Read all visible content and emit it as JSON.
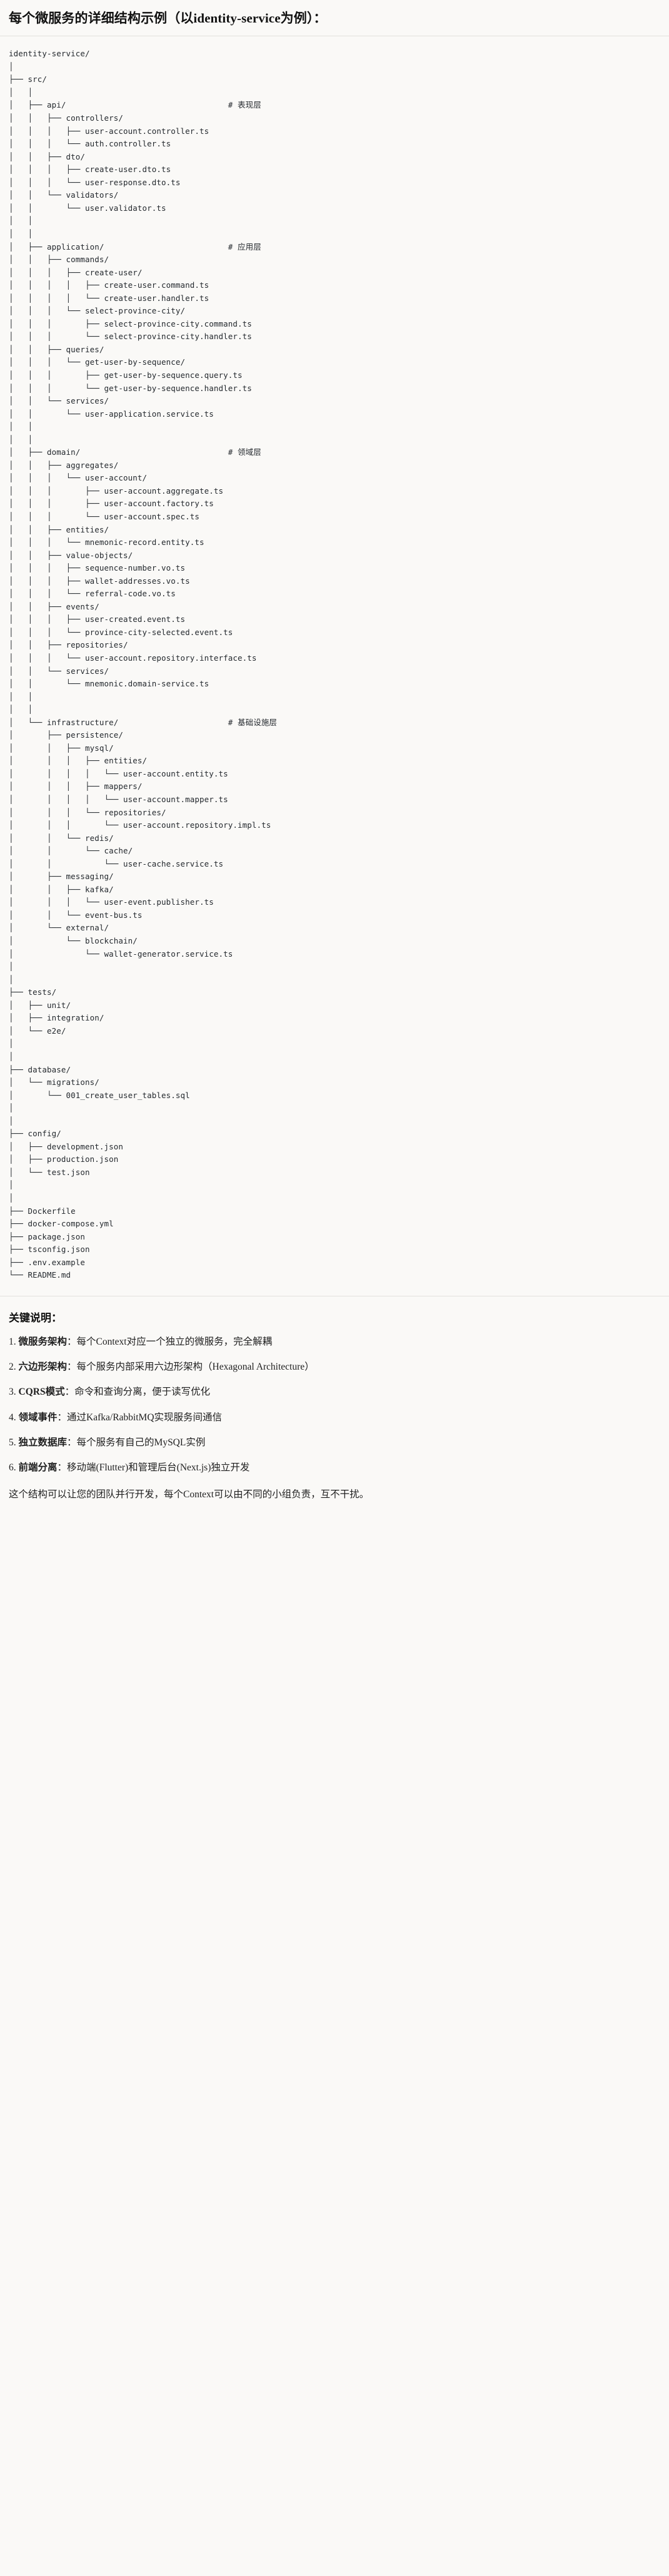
{
  "header": {
    "title": "每个微服务的详细结构示例（以identity-service为例）："
  },
  "tree": {
    "root": "identity-service/",
    "lines": [
      {
        "text": "identity-service/",
        "comment": ""
      },
      {
        "text": "│",
        "comment": ""
      },
      {
        "text": "├── src/",
        "comment": ""
      },
      {
        "text": "│   │",
        "comment": ""
      },
      {
        "text": "│   ├── api/",
        "comment": "# 表现层"
      },
      {
        "text": "│   │   ├── controllers/",
        "comment": ""
      },
      {
        "text": "│   │   │   ├── user-account.controller.ts",
        "comment": ""
      },
      {
        "text": "│   │   │   └── auth.controller.ts",
        "comment": ""
      },
      {
        "text": "│   │   ├── dto/",
        "comment": ""
      },
      {
        "text": "│   │   │   ├── create-user.dto.ts",
        "comment": ""
      },
      {
        "text": "│   │   │   └── user-response.dto.ts",
        "comment": ""
      },
      {
        "text": "│   │   └── validators/",
        "comment": ""
      },
      {
        "text": "│   │       └── user.validator.ts",
        "comment": ""
      },
      {
        "text": "│   │",
        "comment": ""
      },
      {
        "text": "│   │",
        "comment": ""
      },
      {
        "text": "│   ├── application/",
        "comment": "# 应用层"
      },
      {
        "text": "│   │   ├── commands/",
        "comment": ""
      },
      {
        "text": "│   │   │   ├── create-user/",
        "comment": ""
      },
      {
        "text": "│   │   │   │   ├── create-user.command.ts",
        "comment": ""
      },
      {
        "text": "│   │   │   │   └── create-user.handler.ts",
        "comment": ""
      },
      {
        "text": "│   │   │   └── select-province-city/",
        "comment": ""
      },
      {
        "text": "│   │   │       ├── select-province-city.command.ts",
        "comment": ""
      },
      {
        "text": "│   │   │       └── select-province-city.handler.ts",
        "comment": ""
      },
      {
        "text": "│   │   ├── queries/",
        "comment": ""
      },
      {
        "text": "│   │   │   └── get-user-by-sequence/",
        "comment": ""
      },
      {
        "text": "│   │   │       ├── get-user-by-sequence.query.ts",
        "comment": ""
      },
      {
        "text": "│   │   │       └── get-user-by-sequence.handler.ts",
        "comment": ""
      },
      {
        "text": "│   │   └── services/",
        "comment": ""
      },
      {
        "text": "│   │       └── user-application.service.ts",
        "comment": ""
      },
      {
        "text": "│   │",
        "comment": ""
      },
      {
        "text": "│   │",
        "comment": ""
      },
      {
        "text": "│   ├── domain/",
        "comment": "# 领域层"
      },
      {
        "text": "│   │   ├── aggregates/",
        "comment": ""
      },
      {
        "text": "│   │   │   └── user-account/",
        "comment": ""
      },
      {
        "text": "│   │   │       ├── user-account.aggregate.ts",
        "comment": ""
      },
      {
        "text": "│   │   │       ├── user-account.factory.ts",
        "comment": ""
      },
      {
        "text": "│   │   │       └── user-account.spec.ts",
        "comment": ""
      },
      {
        "text": "│   │   ├── entities/",
        "comment": ""
      },
      {
        "text": "│   │   │   └── mnemonic-record.entity.ts",
        "comment": ""
      },
      {
        "text": "│   │   ├── value-objects/",
        "comment": ""
      },
      {
        "text": "│   │   │   ├── sequence-number.vo.ts",
        "comment": ""
      },
      {
        "text": "│   │   │   ├── wallet-addresses.vo.ts",
        "comment": ""
      },
      {
        "text": "│   │   │   └── referral-code.vo.ts",
        "comment": ""
      },
      {
        "text": "│   │   ├── events/",
        "comment": ""
      },
      {
        "text": "│   │   │   ├── user-created.event.ts",
        "comment": ""
      },
      {
        "text": "│   │   │   └── province-city-selected.event.ts",
        "comment": ""
      },
      {
        "text": "│   │   ├── repositories/",
        "comment": ""
      },
      {
        "text": "│   │   │   └── user-account.repository.interface.ts",
        "comment": ""
      },
      {
        "text": "│   │   └── services/",
        "comment": ""
      },
      {
        "text": "│   │       └── mnemonic.domain-service.ts",
        "comment": ""
      },
      {
        "text": "│   │",
        "comment": ""
      },
      {
        "text": "│   │",
        "comment": ""
      },
      {
        "text": "│   └── infrastructure/",
        "comment": "# 基础设施层"
      },
      {
        "text": "│       ├── persistence/",
        "comment": ""
      },
      {
        "text": "│       │   ├── mysql/",
        "comment": ""
      },
      {
        "text": "│       │   │   ├── entities/",
        "comment": ""
      },
      {
        "text": "│       │   │   │   └── user-account.entity.ts",
        "comment": ""
      },
      {
        "text": "│       │   │   ├── mappers/",
        "comment": ""
      },
      {
        "text": "│       │   │   │   └── user-account.mapper.ts",
        "comment": ""
      },
      {
        "text": "│       │   │   └── repositories/",
        "comment": ""
      },
      {
        "text": "│       │   │       └── user-account.repository.impl.ts",
        "comment": ""
      },
      {
        "text": "│       │   └── redis/",
        "comment": ""
      },
      {
        "text": "│       │       └── cache/",
        "comment": ""
      },
      {
        "text": "│       │           └── user-cache.service.ts",
        "comment": ""
      },
      {
        "text": "│       ├── messaging/",
        "comment": ""
      },
      {
        "text": "│       │   ├── kafka/",
        "comment": ""
      },
      {
        "text": "│       │   │   └── user-event.publisher.ts",
        "comment": ""
      },
      {
        "text": "│       │   └── event-bus.ts",
        "comment": ""
      },
      {
        "text": "│       └── external/",
        "comment": ""
      },
      {
        "text": "│           └── blockchain/",
        "comment": ""
      },
      {
        "text": "│               └── wallet-generator.service.ts",
        "comment": ""
      },
      {
        "text": "│",
        "comment": ""
      },
      {
        "text": "│",
        "comment": ""
      },
      {
        "text": "├── tests/",
        "comment": ""
      },
      {
        "text": "│   ├── unit/",
        "comment": ""
      },
      {
        "text": "│   ├── integration/",
        "comment": ""
      },
      {
        "text": "│   └── e2e/",
        "comment": ""
      },
      {
        "text": "│",
        "comment": ""
      },
      {
        "text": "│",
        "comment": ""
      },
      {
        "text": "├── database/",
        "comment": ""
      },
      {
        "text": "│   └── migrations/",
        "comment": ""
      },
      {
        "text": "│       └── 001_create_user_tables.sql",
        "comment": ""
      },
      {
        "text": "│",
        "comment": ""
      },
      {
        "text": "│",
        "comment": ""
      },
      {
        "text": "├── config/",
        "comment": ""
      },
      {
        "text": "│   ├── development.json",
        "comment": ""
      },
      {
        "text": "│   ├── production.json",
        "comment": ""
      },
      {
        "text": "│   └── test.json",
        "comment": ""
      },
      {
        "text": "│",
        "comment": ""
      },
      {
        "text": "│",
        "comment": ""
      },
      {
        "text": "├── Dockerfile",
        "comment": ""
      },
      {
        "text": "├── docker-compose.yml",
        "comment": ""
      },
      {
        "text": "├── package.json",
        "comment": ""
      },
      {
        "text": "├── tsconfig.json",
        "comment": ""
      },
      {
        "text": "├── .env.example",
        "comment": ""
      },
      {
        "text": "└── README.md",
        "comment": ""
      }
    ],
    "comment_column": 46
  },
  "notes": {
    "title": "关键说明：",
    "items": [
      {
        "num": "1.",
        "key": "微服务架构",
        "sep": "：",
        "body": "每个Context对应一个独立的微服务，完全解耦"
      },
      {
        "num": "2.",
        "key": "六边形架构",
        "sep": "：",
        "body": "每个服务内部采用六边形架构（Hexagonal Architecture）"
      },
      {
        "num": "3.",
        "key": "CQRS模式",
        "sep": "：",
        "body": "命令和查询分离，便于读写优化"
      },
      {
        "num": "4.",
        "key": "领域事件",
        "sep": "：",
        "body": "通过Kafka/RabbitMQ实现服务间通信"
      },
      {
        "num": "5.",
        "key": "独立数据库",
        "sep": "：",
        "body": "每个服务有自己的MySQL实例"
      },
      {
        "num": "6.",
        "key": "前端分离",
        "sep": "：",
        "body": "移动端(Flutter)和管理后台(Next.js)独立开发"
      }
    ],
    "closing": "这个结构可以让您的团队并行开发，每个Context可以由不同的小组负责，互不干扰。"
  },
  "colors": {
    "page_bg": "#faf9f7",
    "text": "#1f1f1f",
    "code_text": "#24292e",
    "divider": "#e3e1dd"
  }
}
